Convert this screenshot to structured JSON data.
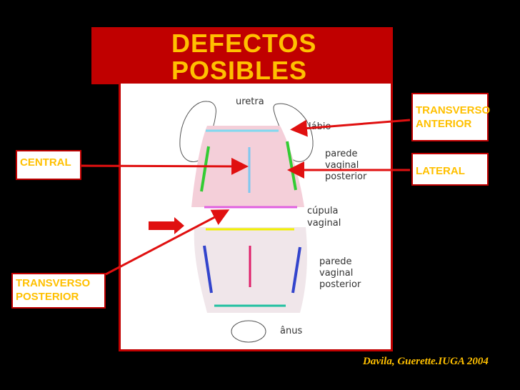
{
  "title": "DEFECTOS\nPOSIBLES",
  "labels": {
    "transverso_anterior": "TRANSVERSO\nANTERIOR",
    "central": "CENTRAL",
    "lateral": "LATERAL",
    "transverso_posterior": "TRANSVERSO\nPOSTERIOR"
  },
  "anatomy": {
    "uretra": "uretra",
    "labio": "lábio",
    "parede_ant": [
      "parede",
      "vaginal",
      "posterior"
    ],
    "cupula": [
      "cúpula",
      "vaginal"
    ],
    "parede_post": [
      "parede",
      "vaginal",
      "posterior"
    ],
    "anus": "ânus"
  },
  "citation": "Davila, Guerette.IUGA 2004",
  "colors": {
    "accent_red": "#c00000",
    "label_text": "#ffc000",
    "anterior_segment": "#f4cfd9",
    "posterior_segment": "#f0e6ea",
    "transverse_anterior_line": "#7fd8f0",
    "lateral_lines": "#33cc33",
    "central_line_anterior": "#7fc8f0",
    "cupula_top_line": "#e060e0",
    "cupula_bottom_line": "#f0f000",
    "posterior_lateral_lines": "#3344cc",
    "posterior_central_line": "#e0206a",
    "transverse_posterior_line": "#20c0a0"
  }
}
